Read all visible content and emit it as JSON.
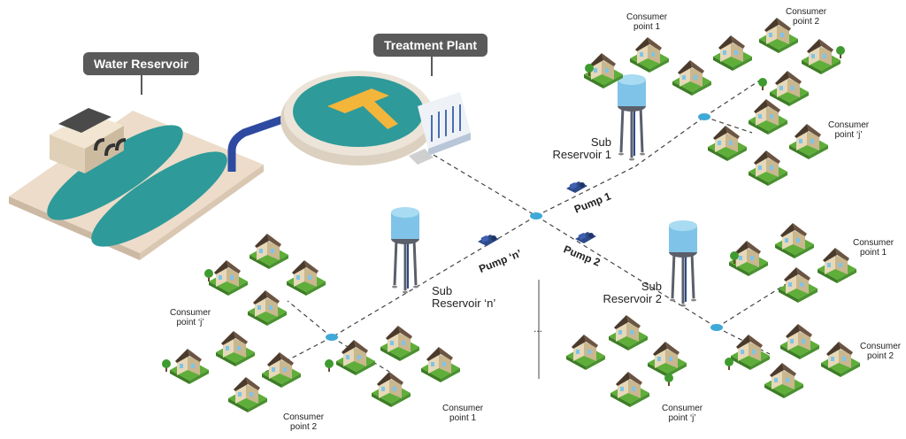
{
  "title_labels": {
    "water_reservoir": "Water Reservoir",
    "treatment_plant": "Treatment Plant"
  },
  "sub_reservoirs": {
    "r1": {
      "line1": "Sub",
      "line2": "Reservoir 1"
    },
    "r2": {
      "line1": "Sub",
      "line2": "Reservoir 2"
    },
    "rn": {
      "line1": "Sub",
      "line2": "Reservoir ‘n’"
    }
  },
  "pumps": {
    "p1": "Pump 1",
    "p2": "Pump 2",
    "pn": "Pump ‘n’"
  },
  "consumers": {
    "r1_c1": {
      "line1": "Consumer",
      "line2": "point 1"
    },
    "r1_c2": {
      "line1": "Consumer",
      "line2": "point 2"
    },
    "r1_cj": {
      "line1": "Consumer",
      "line2": "point ‘j’"
    },
    "r2_c1": {
      "line1": "Consumer",
      "line2": "point 1"
    },
    "r2_c2": {
      "line1": "Consumer",
      "line2": "point 2"
    },
    "r2_cj": {
      "line1": "Consumer",
      "line2": "point ‘j’"
    },
    "rn_c1": {
      "line1": "Consumer",
      "line2": "point 1"
    },
    "rn_c2": {
      "line1": "Consumer",
      "line2": "point 2"
    },
    "rn_cj": {
      "line1": "Consumer",
      "line2": "point ‘j’"
    }
  },
  "ellipsis": "...",
  "colors": {
    "water": "#2e9a9a",
    "tank_blue": "#7fc4e8",
    "ground": "#5fae3a",
    "pump": "#2d4a8a",
    "concrete": "#ecdcc9"
  }
}
